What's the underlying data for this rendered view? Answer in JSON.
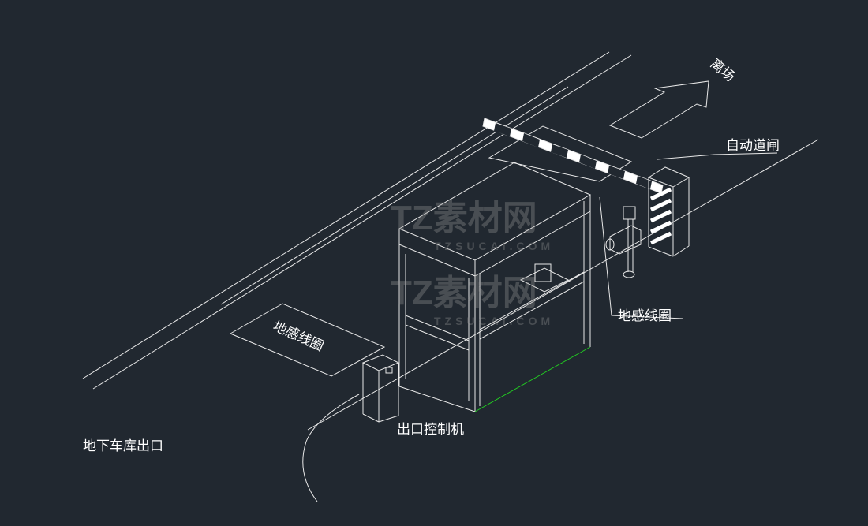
{
  "diagram": {
    "labels": {
      "exit_direction": "离场",
      "barrier_gate": "自动道闸",
      "loop_detector_right": "地感线圈",
      "loop_detector_left": "地感线圈",
      "exit_controller": "出口控制机",
      "garage_exit": "地下车库出口"
    },
    "watermark": {
      "brand": "TZ素材网",
      "url": "TZSUCAI.COM"
    },
    "colors": {
      "background": "#212830",
      "line": "#ffffff",
      "highlight_edge": "#22cc22"
    }
  }
}
